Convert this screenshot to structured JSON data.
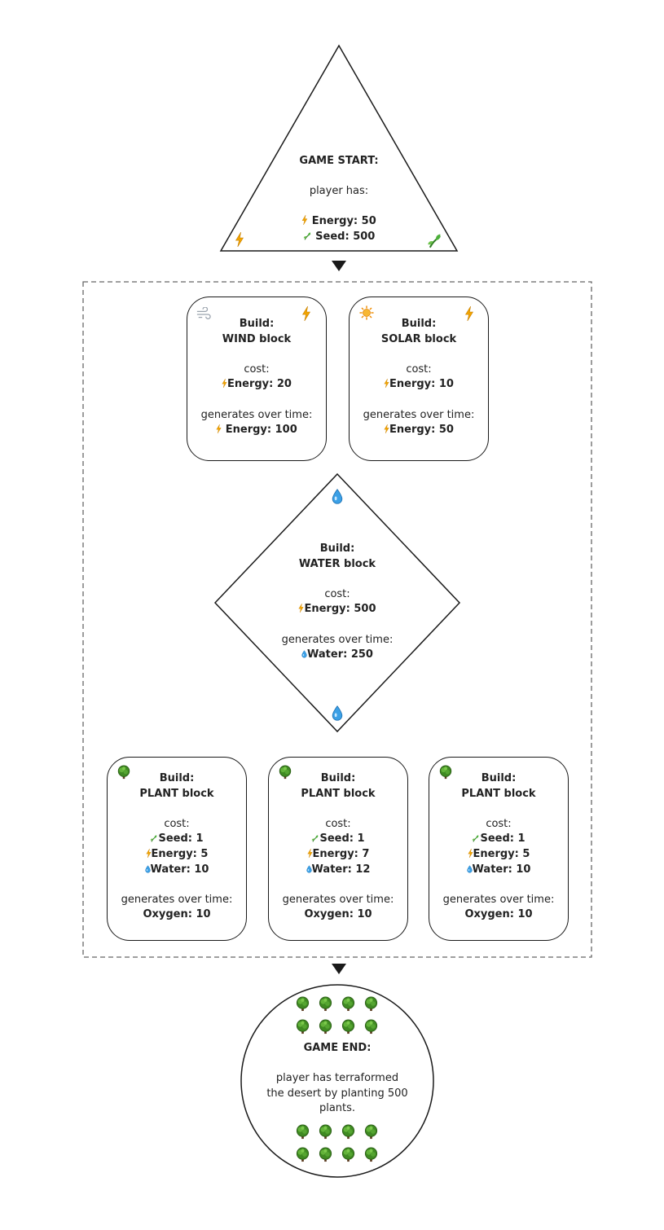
{
  "colors": {
    "stroke": "#1a1a1a",
    "dashed_border": "#666666",
    "energy": "#f2a400",
    "seed": "#3f9b2e",
    "water": "#2e8fd8",
    "tree": "#4f9a2e",
    "sun": "#f5a623"
  },
  "start": {
    "title": "GAME START:",
    "line1": "player has:",
    "energy": "Energy: 50",
    "seed": "Seed: 500",
    "icons": [
      "lightning-icon",
      "sprout-icon"
    ]
  },
  "blocks": {
    "wind": {
      "line1": "Build:",
      "line2": "WIND block",
      "cost_label": "cost:",
      "cost_energy": "Energy: 20",
      "gen_label": "generates over time:",
      "gen_energy": "Energy: 100",
      "icons": [
        "wind-icon",
        "lightning-icon"
      ]
    },
    "solar": {
      "line1": "Build:",
      "line2": "SOLAR block",
      "cost_label": "cost:",
      "cost_energy": "Energy: 10",
      "gen_label": "generates over time:",
      "gen_energy": "Energy: 50",
      "icons": [
        "sun-icon",
        "lightning-icon"
      ]
    },
    "water": {
      "line1": "Build:",
      "line2": "WATER block",
      "cost_label": "cost:",
      "cost_energy": "Energy: 500",
      "gen_label": "generates over time:",
      "gen_water": "Water: 250",
      "icons": [
        "water-drop-icon"
      ]
    },
    "plants": [
      {
        "line1": "Build:",
        "line2": "PLANT block",
        "cost_label": "cost:",
        "seed": "Seed: 1",
        "energy": "Energy: 5",
        "water": "Water: 10",
        "gen_label": "generates over time:",
        "gen_oxygen": "Oxygen: 10"
      },
      {
        "line1": "Build:",
        "line2": "PLANT block",
        "cost_label": "cost:",
        "seed": "Seed: 1",
        "energy": "Energy: 7",
        "water": "Water: 12",
        "gen_label": "generates over time:",
        "gen_oxygen": "Oxygen: 10"
      },
      {
        "line1": "Build:",
        "line2": "PLANT block",
        "cost_label": "cost:",
        "seed": "Seed: 1",
        "energy": "Energy: 5",
        "water": "Water: 10",
        "gen_label": "generates over time:",
        "gen_oxygen": "Oxygen: 10"
      }
    ]
  },
  "end": {
    "title": "GAME END:",
    "line1": "player has terraformed",
    "line2": "the desert by planting 500",
    "line3": "plants.",
    "tree_icon": "tree-icon"
  }
}
